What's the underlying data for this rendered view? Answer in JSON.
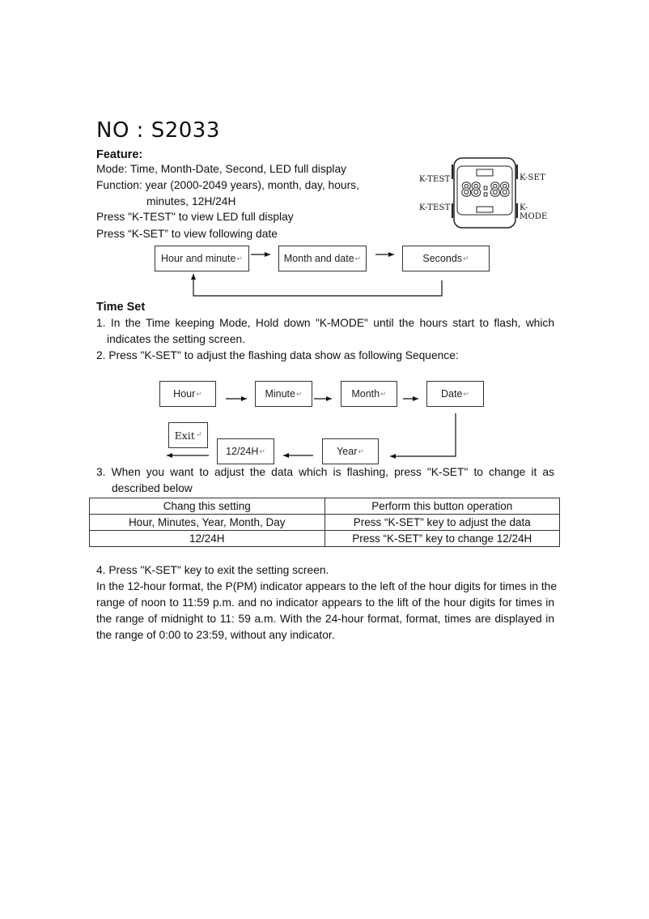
{
  "title": "NO : S2033",
  "feature": {
    "heading": "Feature:",
    "mode": "Mode: Time, Month-Date, Second, LED full display",
    "function_line1": "Function: year (2000-2049 years), month, day, hours,",
    "function_line2": "minutes, 12H/24H",
    "test_line": "Press \"K-TEST\" to view LED full display",
    "set_line": "Press “K-SET” to view following date"
  },
  "watch": {
    "label_test_top": "K-TEST",
    "label_test_bottom": "K-TEST",
    "label_set": "K-SET",
    "label_mode": "K-MODE",
    "display_digits": "88:88"
  },
  "flow1": {
    "boxes": [
      "Hour and minute",
      "Month and date",
      "Seconds"
    ]
  },
  "timeset": {
    "heading": "Time Set",
    "step1_line1": "1. In the Time keeping Mode, Hold down \"K-MODE\" until the hours start to flash, which",
    "step1_line2": "indicates the setting screen.",
    "step2": "2. Press \"K-SET\" to adjust the flashing data show as following Sequence:"
  },
  "flow2": {
    "boxes": [
      "Hour",
      "Minute",
      "Month",
      "Date",
      "Year",
      "12/24H",
      "Exit"
    ]
  },
  "step3": {
    "line1": "3. When you want to adjust the data which is flashing, press \"K-SET\" to change it as",
    "line2": "described below"
  },
  "table": {
    "headers": [
      "Chang this setting",
      "Perform this button operation"
    ],
    "rows": [
      [
        "Hour, Minutes, Year, Month, Day",
        "Press “K-SET” key to adjust the data"
      ],
      [
        "12/24H",
        "Press “K-SET” key to change 12/24H"
      ]
    ]
  },
  "step4": "4. Press \"K-SET\" key to exit the setting screen.",
  "paragraph": {
    "line1": "In the 12-hour format, the P(PM) indicator appears to the left of the hour digits for times in the",
    "line2": "range of noon to 11:59 p.m. and no indicator appears to the lift of the hour digits for times in",
    "line3": "the range of midnight to 11: 59 a.m. With the 24-hour format, format, times are displayed in",
    "line4": "the range of 0:00 to 23:59, without any indicator."
  }
}
